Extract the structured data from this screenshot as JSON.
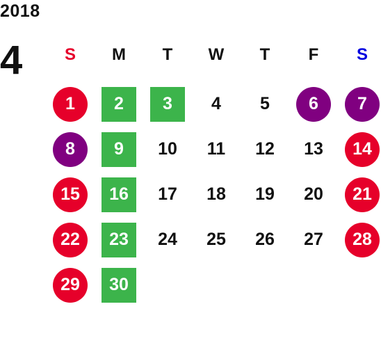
{
  "calendar": {
    "year": "2018",
    "month": "4",
    "weekdays": [
      {
        "label": "S",
        "color": "#e6002a"
      },
      {
        "label": "M",
        "color": "#111111"
      },
      {
        "label": "T",
        "color": "#111111"
      },
      {
        "label": "W",
        "color": "#111111"
      },
      {
        "label": "T",
        "color": "#111111"
      },
      {
        "label": "F",
        "color": "#111111"
      },
      {
        "label": "S",
        "color": "#0000e0"
      }
    ],
    "colors": {
      "holiday_red": "#e6002a",
      "special_purple": "#800080",
      "green_square": "#3cb44b"
    },
    "weeks": [
      [
        {
          "day": "1",
          "style": "red"
        },
        {
          "day": "2",
          "style": "green"
        },
        {
          "day": "3",
          "style": "green"
        },
        {
          "day": "4",
          "style": "plain"
        },
        {
          "day": "5",
          "style": "plain"
        },
        {
          "day": "6",
          "style": "purple"
        },
        {
          "day": "7",
          "style": "purple"
        }
      ],
      [
        {
          "day": "8",
          "style": "purple"
        },
        {
          "day": "9",
          "style": "green"
        },
        {
          "day": "10",
          "style": "plain"
        },
        {
          "day": "11",
          "style": "plain"
        },
        {
          "day": "12",
          "style": "plain"
        },
        {
          "day": "13",
          "style": "plain"
        },
        {
          "day": "14",
          "style": "red"
        }
      ],
      [
        {
          "day": "15",
          "style": "red"
        },
        {
          "day": "16",
          "style": "green"
        },
        {
          "day": "17",
          "style": "plain"
        },
        {
          "day": "18",
          "style": "plain"
        },
        {
          "day": "19",
          "style": "plain"
        },
        {
          "day": "20",
          "style": "plain"
        },
        {
          "day": "21",
          "style": "red"
        }
      ],
      [
        {
          "day": "22",
          "style": "red"
        },
        {
          "day": "23",
          "style": "green"
        },
        {
          "day": "24",
          "style": "plain"
        },
        {
          "day": "25",
          "style": "plain"
        },
        {
          "day": "26",
          "style": "plain"
        },
        {
          "day": "27",
          "style": "plain"
        },
        {
          "day": "28",
          "style": "red"
        }
      ],
      [
        {
          "day": "29",
          "style": "red"
        },
        {
          "day": "30",
          "style": "green"
        }
      ]
    ]
  }
}
